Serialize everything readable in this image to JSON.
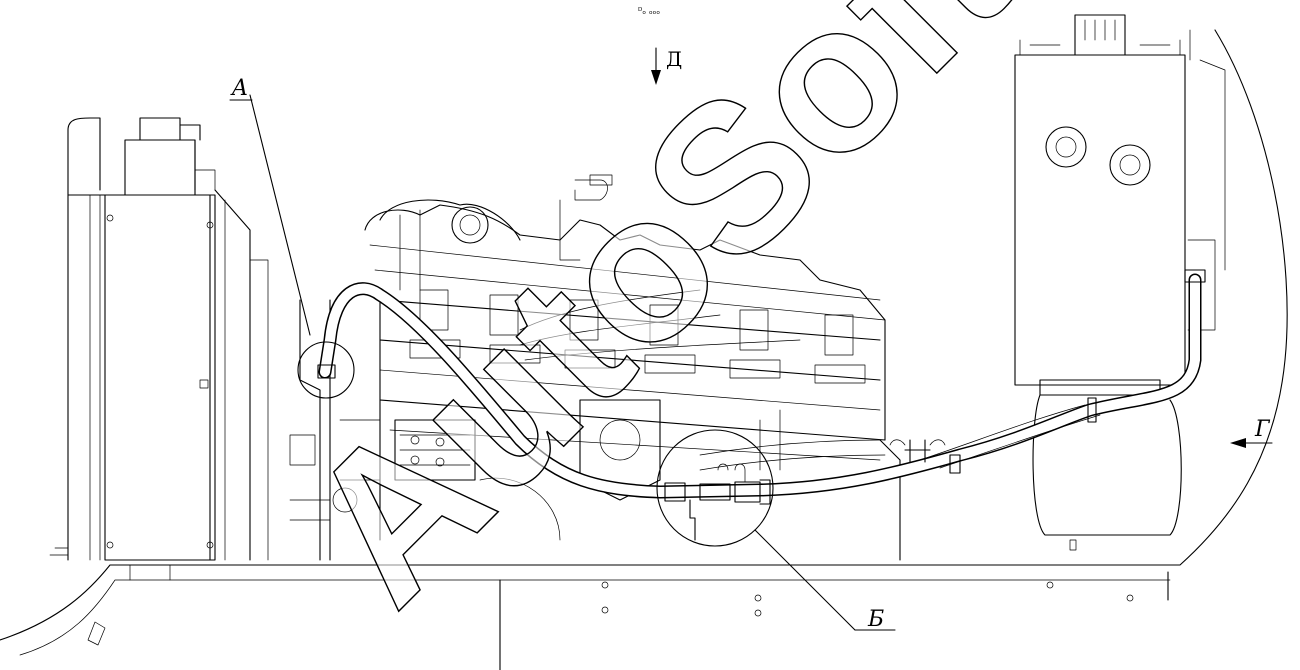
{
  "labels": {
    "callout_a": "A",
    "callout_b": "Б",
    "view_g": "Г",
    "view_d": "Д",
    "top_mark": "ᴰₒ ₒₒₒ"
  },
  "watermark": {
    "text": "AutoSoft",
    "wordmark_text": "AutoSoft",
    "rotation": -45
  },
  "colors": {
    "lines": "#000000",
    "background": "#ffffff"
  }
}
